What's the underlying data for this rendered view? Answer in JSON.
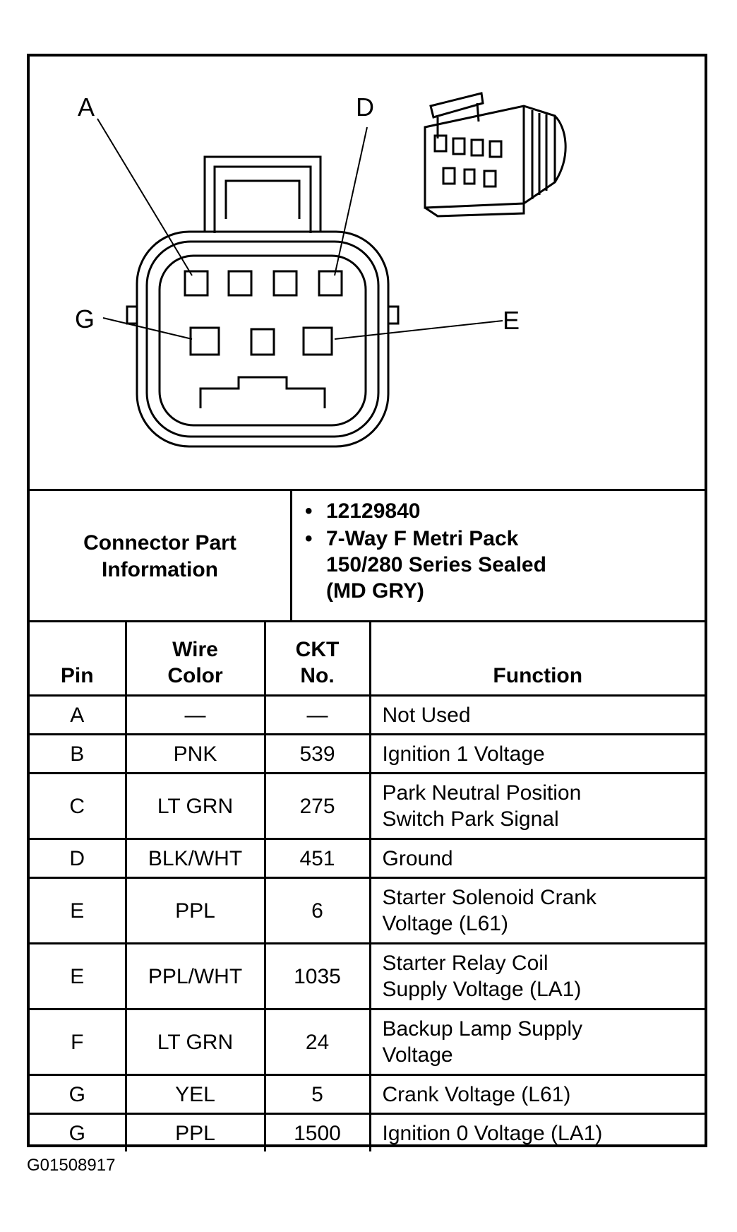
{
  "diagram": {
    "pin_labels": {
      "a": "A",
      "d": "D",
      "g": "G",
      "e": "E"
    }
  },
  "connector_info": {
    "label_line1": "Connector Part",
    "label_line2": "Information",
    "items": [
      "12129840",
      "7-Way F  Metri Pack",
      "150/280 Series Sealed",
      "(MD GRY)"
    ]
  },
  "table": {
    "headers": {
      "pin": "Pin",
      "wire_color_1": "Wire",
      "wire_color_2": "Color",
      "ckt_1": "CKT",
      "ckt_2": "No.",
      "function": "Function"
    },
    "rows": [
      {
        "pin": "A",
        "wire": "—",
        "ckt": "—",
        "fn1": "Not Used",
        "fn2": ""
      },
      {
        "pin": "B",
        "wire": "PNK",
        "ckt": "539",
        "fn1": "Ignition 1 Voltage",
        "fn2": ""
      },
      {
        "pin": "C",
        "wire": "LT GRN",
        "ckt": "275",
        "fn1": "Park Neutral Position",
        "fn2": "Switch Park Signal"
      },
      {
        "pin": "D",
        "wire": "BLK/WHT",
        "ckt": "451",
        "fn1": "Ground",
        "fn2": ""
      },
      {
        "pin": "E",
        "wire": "PPL",
        "ckt": "6",
        "fn1": "Starter Solenoid Crank",
        "fn2": "Voltage (L61)"
      },
      {
        "pin": "E",
        "wire": "PPL/WHT",
        "ckt": "1035",
        "fn1": "Starter Relay Coil",
        "fn2": "Supply Voltage (LA1)"
      },
      {
        "pin": "F",
        "wire": "LT GRN",
        "ckt": "24",
        "fn1": "Backup Lamp Supply",
        "fn2": "Voltage"
      },
      {
        "pin": "G",
        "wire": "YEL",
        "ckt": "5",
        "fn1": "Crank Voltage (L61)",
        "fn2": ""
      },
      {
        "pin": "G",
        "wire": "PPL",
        "ckt": "1500",
        "fn1": "Ignition 0 Voltage (LA1)",
        "fn2": ""
      }
    ]
  },
  "caption": "G01508917"
}
